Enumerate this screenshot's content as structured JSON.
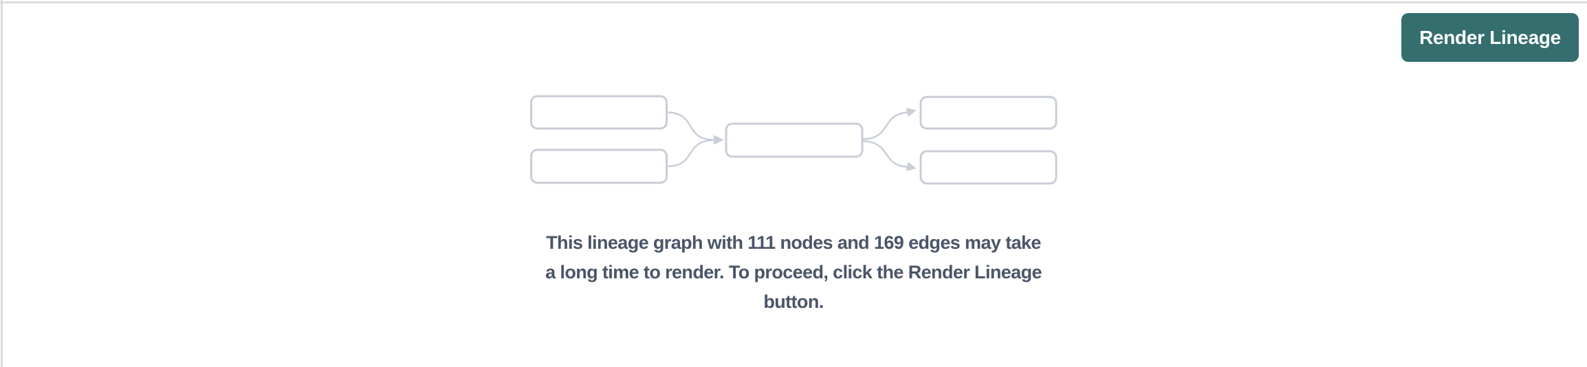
{
  "header": {
    "render_button": {
      "label": "Render Lineage"
    }
  },
  "empty_state": {
    "illustration": "lineage-graph-placeholder",
    "node_count": "111",
    "edge_count": "169",
    "message_lines": [
      "This lineage graph with 111 nodes and 169 edges may take",
      "a long time to render. To proceed, click the Render Lineage",
      "button."
    ],
    "message_full": "This lineage graph with 111 nodes and 169 edges may take a long time to render. To proceed, click the Render Lineage button."
  },
  "colors": {
    "button_bg": "#346e6e",
    "button_text": "#ffffff",
    "message_text": "#4a5568",
    "placeholder_stroke": "#c8cdd7",
    "divider": "#dddde0"
  }
}
